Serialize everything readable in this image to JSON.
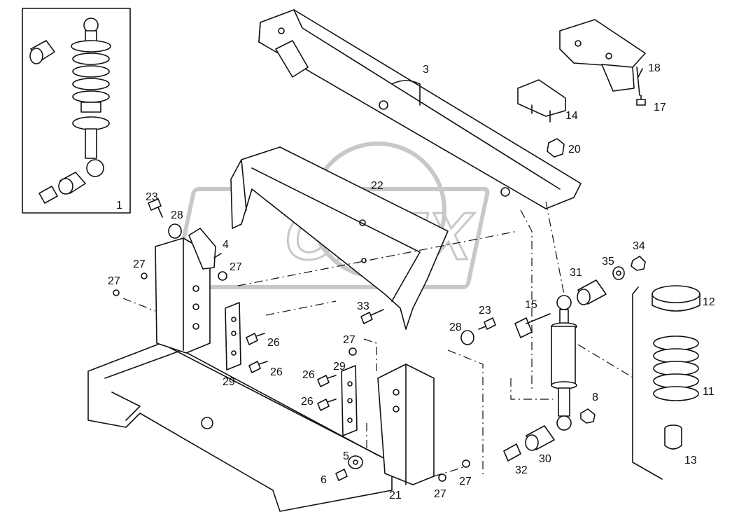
{
  "watermark": "OPEX",
  "callouts": [
    {
      "id": "c1",
      "label": "1"
    },
    {
      "id": "c3",
      "label": "3"
    },
    {
      "id": "c4",
      "label": "4"
    },
    {
      "id": "c5",
      "label": "5"
    },
    {
      "id": "c6",
      "label": "6"
    },
    {
      "id": "c8",
      "label": "8"
    },
    {
      "id": "c11",
      "label": "11"
    },
    {
      "id": "c12",
      "label": "12"
    },
    {
      "id": "c13",
      "label": "13"
    },
    {
      "id": "c14",
      "label": "14"
    },
    {
      "id": "c15",
      "label": "15"
    },
    {
      "id": "c17",
      "label": "17"
    },
    {
      "id": "c18",
      "label": "18"
    },
    {
      "id": "c20",
      "label": "20"
    },
    {
      "id": "c21",
      "label": "21"
    },
    {
      "id": "c22",
      "label": "22"
    },
    {
      "id": "c23a",
      "label": "23"
    },
    {
      "id": "c23b",
      "label": "23"
    },
    {
      "id": "c26a",
      "label": "26"
    },
    {
      "id": "c26b",
      "label": "26"
    },
    {
      "id": "c26c",
      "label": "26"
    },
    {
      "id": "c26d",
      "label": "26"
    },
    {
      "id": "c27a",
      "label": "27"
    },
    {
      "id": "c27b",
      "label": "27"
    },
    {
      "id": "c27c",
      "label": "27"
    },
    {
      "id": "c27d",
      "label": "27"
    },
    {
      "id": "c27e",
      "label": "27"
    },
    {
      "id": "c27f",
      "label": "27"
    },
    {
      "id": "c28a",
      "label": "28"
    },
    {
      "id": "c28b",
      "label": "28"
    },
    {
      "id": "c29a",
      "label": "29"
    },
    {
      "id": "c29b",
      "label": "29"
    },
    {
      "id": "c30",
      "label": "30"
    },
    {
      "id": "c31",
      "label": "31"
    },
    {
      "id": "c32",
      "label": "32"
    },
    {
      "id": "c33",
      "label": "33"
    },
    {
      "id": "c34",
      "label": "34"
    },
    {
      "id": "c35",
      "label": "35"
    }
  ]
}
